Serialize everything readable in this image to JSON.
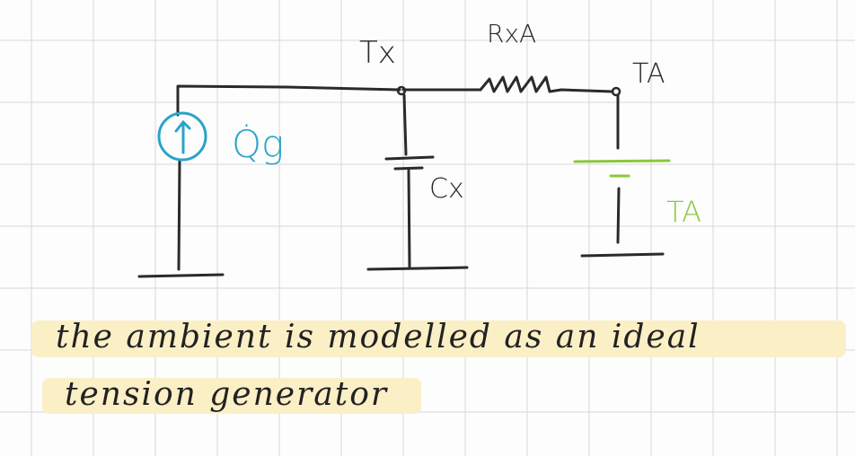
{
  "colors": {
    "ink": "#2a2a2a",
    "source_blue": "#2ba3c9",
    "ambient_green": "#8cc63f",
    "highlight": "#fbefc6",
    "grid": "#d8d8d8"
  },
  "circuit": {
    "node_x_label": "Tx",
    "resistor_label": "RxA",
    "node_a_label": "TA",
    "capacitor_label": "Cx",
    "source_label": "Q̇g",
    "ambient_source_label": "TA",
    "source_icon": "current-source-arrow-up-icon"
  },
  "notes": {
    "line1": "the ambient is modelled as an ideal",
    "line2": "tension generator"
  }
}
